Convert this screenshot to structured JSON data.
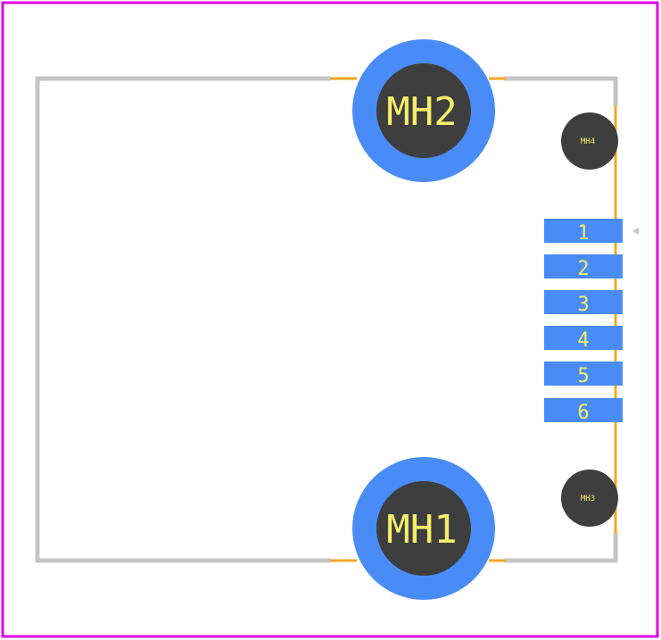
{
  "colors": {
    "background": "#ffffff",
    "board_outline": "#e000e0",
    "silkscreen": "#c4c4c4",
    "courtyard": "#f5a623",
    "annular_ring": "#4a8cf7",
    "drill": "#3e3e3e",
    "pad": "#4a8cf7",
    "label": "#f5ee6a"
  },
  "mounting_holes": {
    "mh2": {
      "label": "MH2"
    },
    "mh1": {
      "label": "MH1"
    },
    "mh4": {
      "label": "MH4"
    },
    "mh3": {
      "label": "MH3"
    }
  },
  "pads": [
    {
      "label": "1"
    },
    {
      "label": "2"
    },
    {
      "label": "3"
    },
    {
      "label": "4"
    },
    {
      "label": "5"
    },
    {
      "label": "6"
    }
  ],
  "pin1_marker_icon": "triangle-pointer-icon"
}
